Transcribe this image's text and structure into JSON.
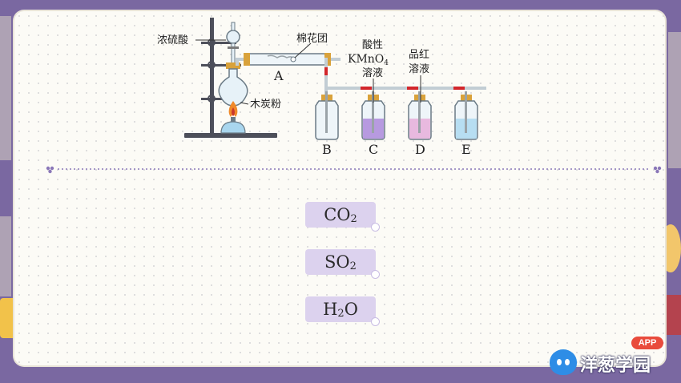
{
  "diagram": {
    "labels": {
      "acid": "浓硫酸",
      "cotton": "棉花团",
      "charcoal": "木炭粉",
      "tube_a": "A",
      "bottle_b": "B",
      "bottle_c": "C",
      "bottle_d": "D",
      "bottle_e": "E",
      "kmno4_line1": "酸性",
      "kmno4_k": "KMnO",
      "kmno4_sub": "4",
      "kmno4_line3": "溶液",
      "pinred_line1": "品红",
      "pinred_line2": "溶液"
    },
    "colors": {
      "kmno4": "#b79ae0",
      "pinred": "#e8b9df",
      "water": "#b7def2",
      "tube_red": "#d2262b",
      "flame": "#f08a2a"
    }
  },
  "options": [
    {
      "main": "CO",
      "sub": "2"
    },
    {
      "main": "SO",
      "sub": "2"
    },
    {
      "main": "H",
      "sub": "2",
      "tail": "O"
    }
  ],
  "logo": {
    "badge": "APP",
    "brand": "洋葱学园"
  }
}
